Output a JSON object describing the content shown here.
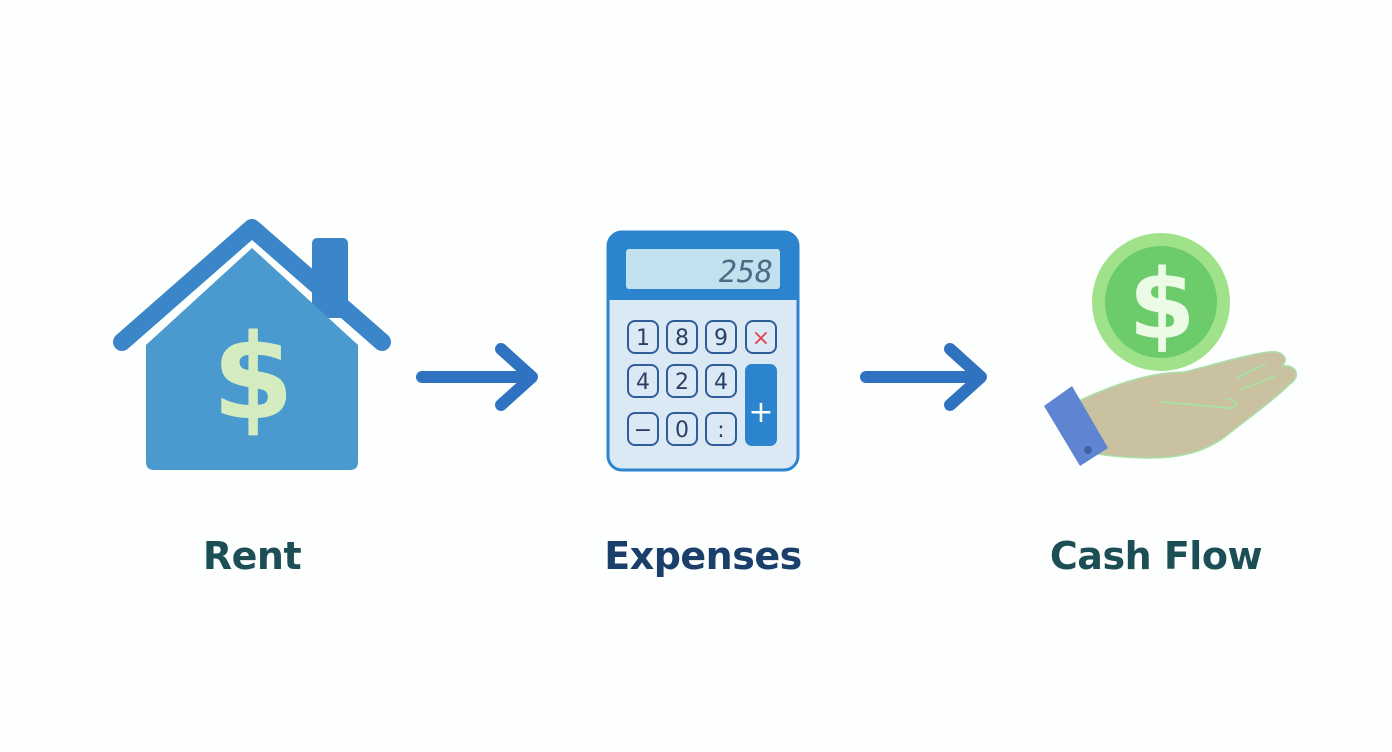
{
  "steps": [
    {
      "label": "Rent",
      "icon": "house-dollar-icon"
    },
    {
      "label": "Expenses",
      "icon": "calculator-icon"
    },
    {
      "label": "Cash Flow",
      "icon": "hand-coin-icon"
    }
  ],
  "calculator": {
    "display": "258",
    "keys": [
      "1",
      "8",
      "9",
      "×",
      "4",
      "2",
      "4",
      "−",
      "0",
      ":",
      "+"
    ]
  },
  "currency_symbol": "$",
  "colors": {
    "house": "#4a9ad0",
    "roof": "#3a86c8",
    "dollar_light": "#d4ecc0",
    "arrow": "#2f72bf",
    "calc_body": "#dbe9f5",
    "calc_frame": "#2c84cf",
    "coin": "#7ad37a",
    "hand": "#c9c1a0",
    "cuff": "#5f85d2",
    "label_dark_teal": "#1b4f55",
    "label_dark_blue": "#1b3f6b"
  }
}
